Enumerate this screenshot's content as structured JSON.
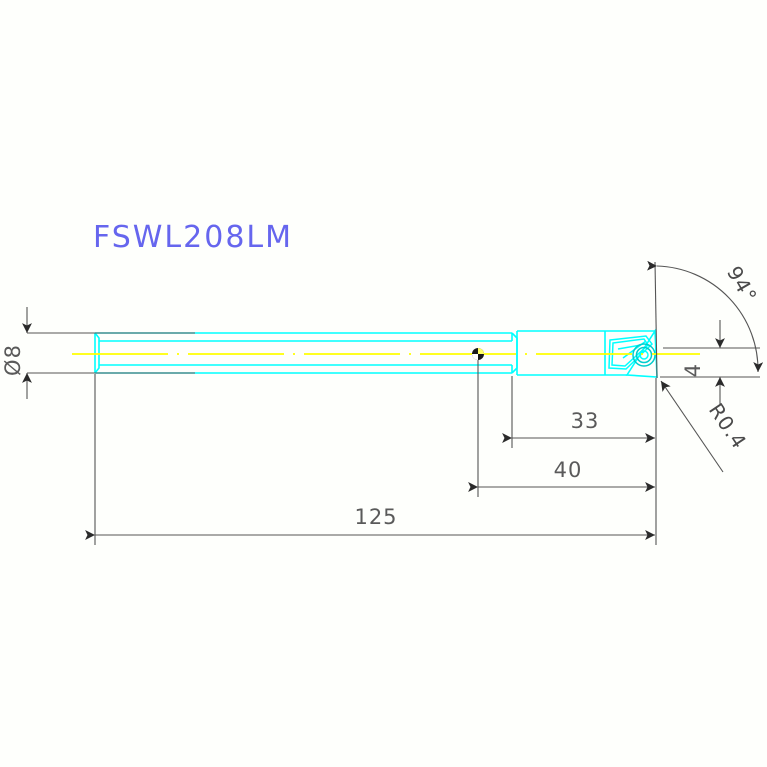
{
  "drawing": {
    "title": "FSWL208LM",
    "title_color": "#6666ee",
    "background_color": "#fefffc",
    "part_outline_color": "#00ffff",
    "centerline_color": "#ffff00",
    "dimension_color": "#5a5a5a",
    "dimensions": {
      "shank_diameter": "Ø8",
      "overall_length": "125",
      "head_offset": "40",
      "insert_offset": "33",
      "head_height": "4",
      "corner_radius": "R0.4",
      "lead_angle": "94°"
    },
    "units_note": ""
  }
}
